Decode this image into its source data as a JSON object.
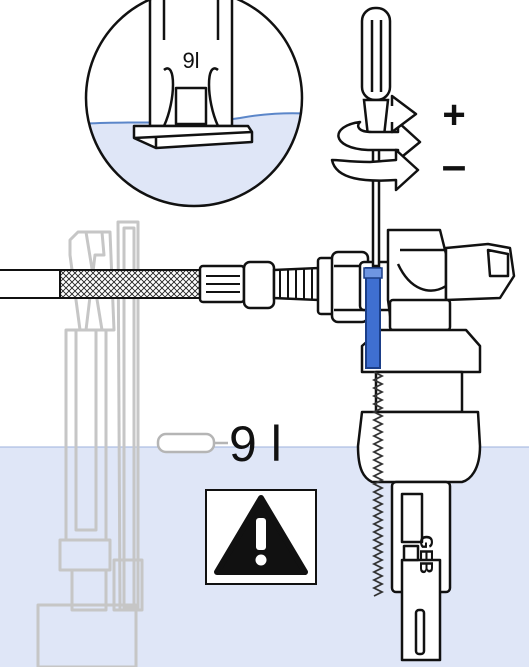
{
  "labels": {
    "inset_mark": "9l",
    "level_mark": "9 l",
    "plus": "+",
    "minus": "–",
    "brand": "GEB"
  },
  "colors": {
    "water": "#dfe6f7",
    "water_line": "#5b86c9",
    "highlight": "#3f6fd1",
    "ink": "#111111",
    "ghost": "#c9c9c9"
  },
  "icons": {
    "warning": "warning-triangle-icon",
    "rotate": "rotate-arrows-icon",
    "screwdriver": "screwdriver-icon"
  }
}
